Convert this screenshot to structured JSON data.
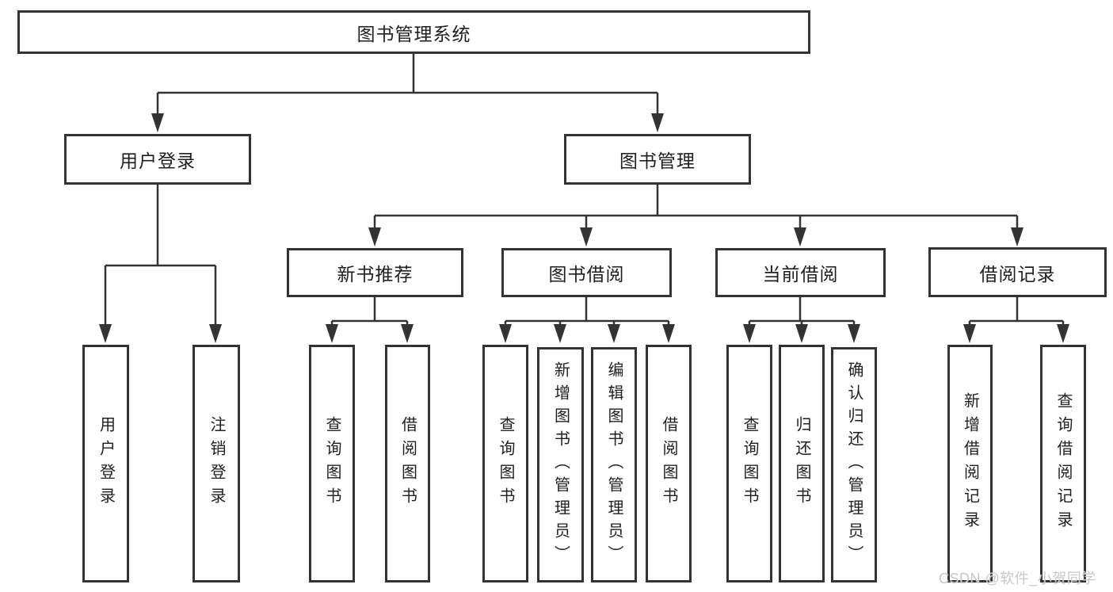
{
  "colors": {
    "line": "#333333",
    "box_border": "#333333",
    "box_background": "#ffffff",
    "text": "#1f1f1f",
    "watermark": "#c8c8c8"
  },
  "watermark": {
    "text": "CSDN @软件_小贺同学"
  },
  "tree": {
    "label": "图书管理系统",
    "children": [
      {
        "label": "用户登录",
        "children": [
          {
            "label": "用户登录"
          },
          {
            "label": "注销登录"
          }
        ]
      },
      {
        "label": "图书管理",
        "children": [
          {
            "label": "新书推荐",
            "children": [
              {
                "label": "查询图书"
              },
              {
                "label": "借阅图书"
              }
            ]
          },
          {
            "label": "图书借阅",
            "children": [
              {
                "label": "查询图书"
              },
              {
                "label": "新增图书（管理员）"
              },
              {
                "label": "编辑图书（管理员）"
              },
              {
                "label": "借阅图书"
              }
            ]
          },
          {
            "label": "当前借阅",
            "children": [
              {
                "label": "查询图书"
              },
              {
                "label": "归还图书"
              },
              {
                "label": "确认归还（管理员）"
              }
            ]
          },
          {
            "label": "借阅记录",
            "children": [
              {
                "label": "新增借阅记录"
              },
              {
                "label": "查询借阅记录"
              }
            ]
          }
        ]
      }
    ]
  }
}
